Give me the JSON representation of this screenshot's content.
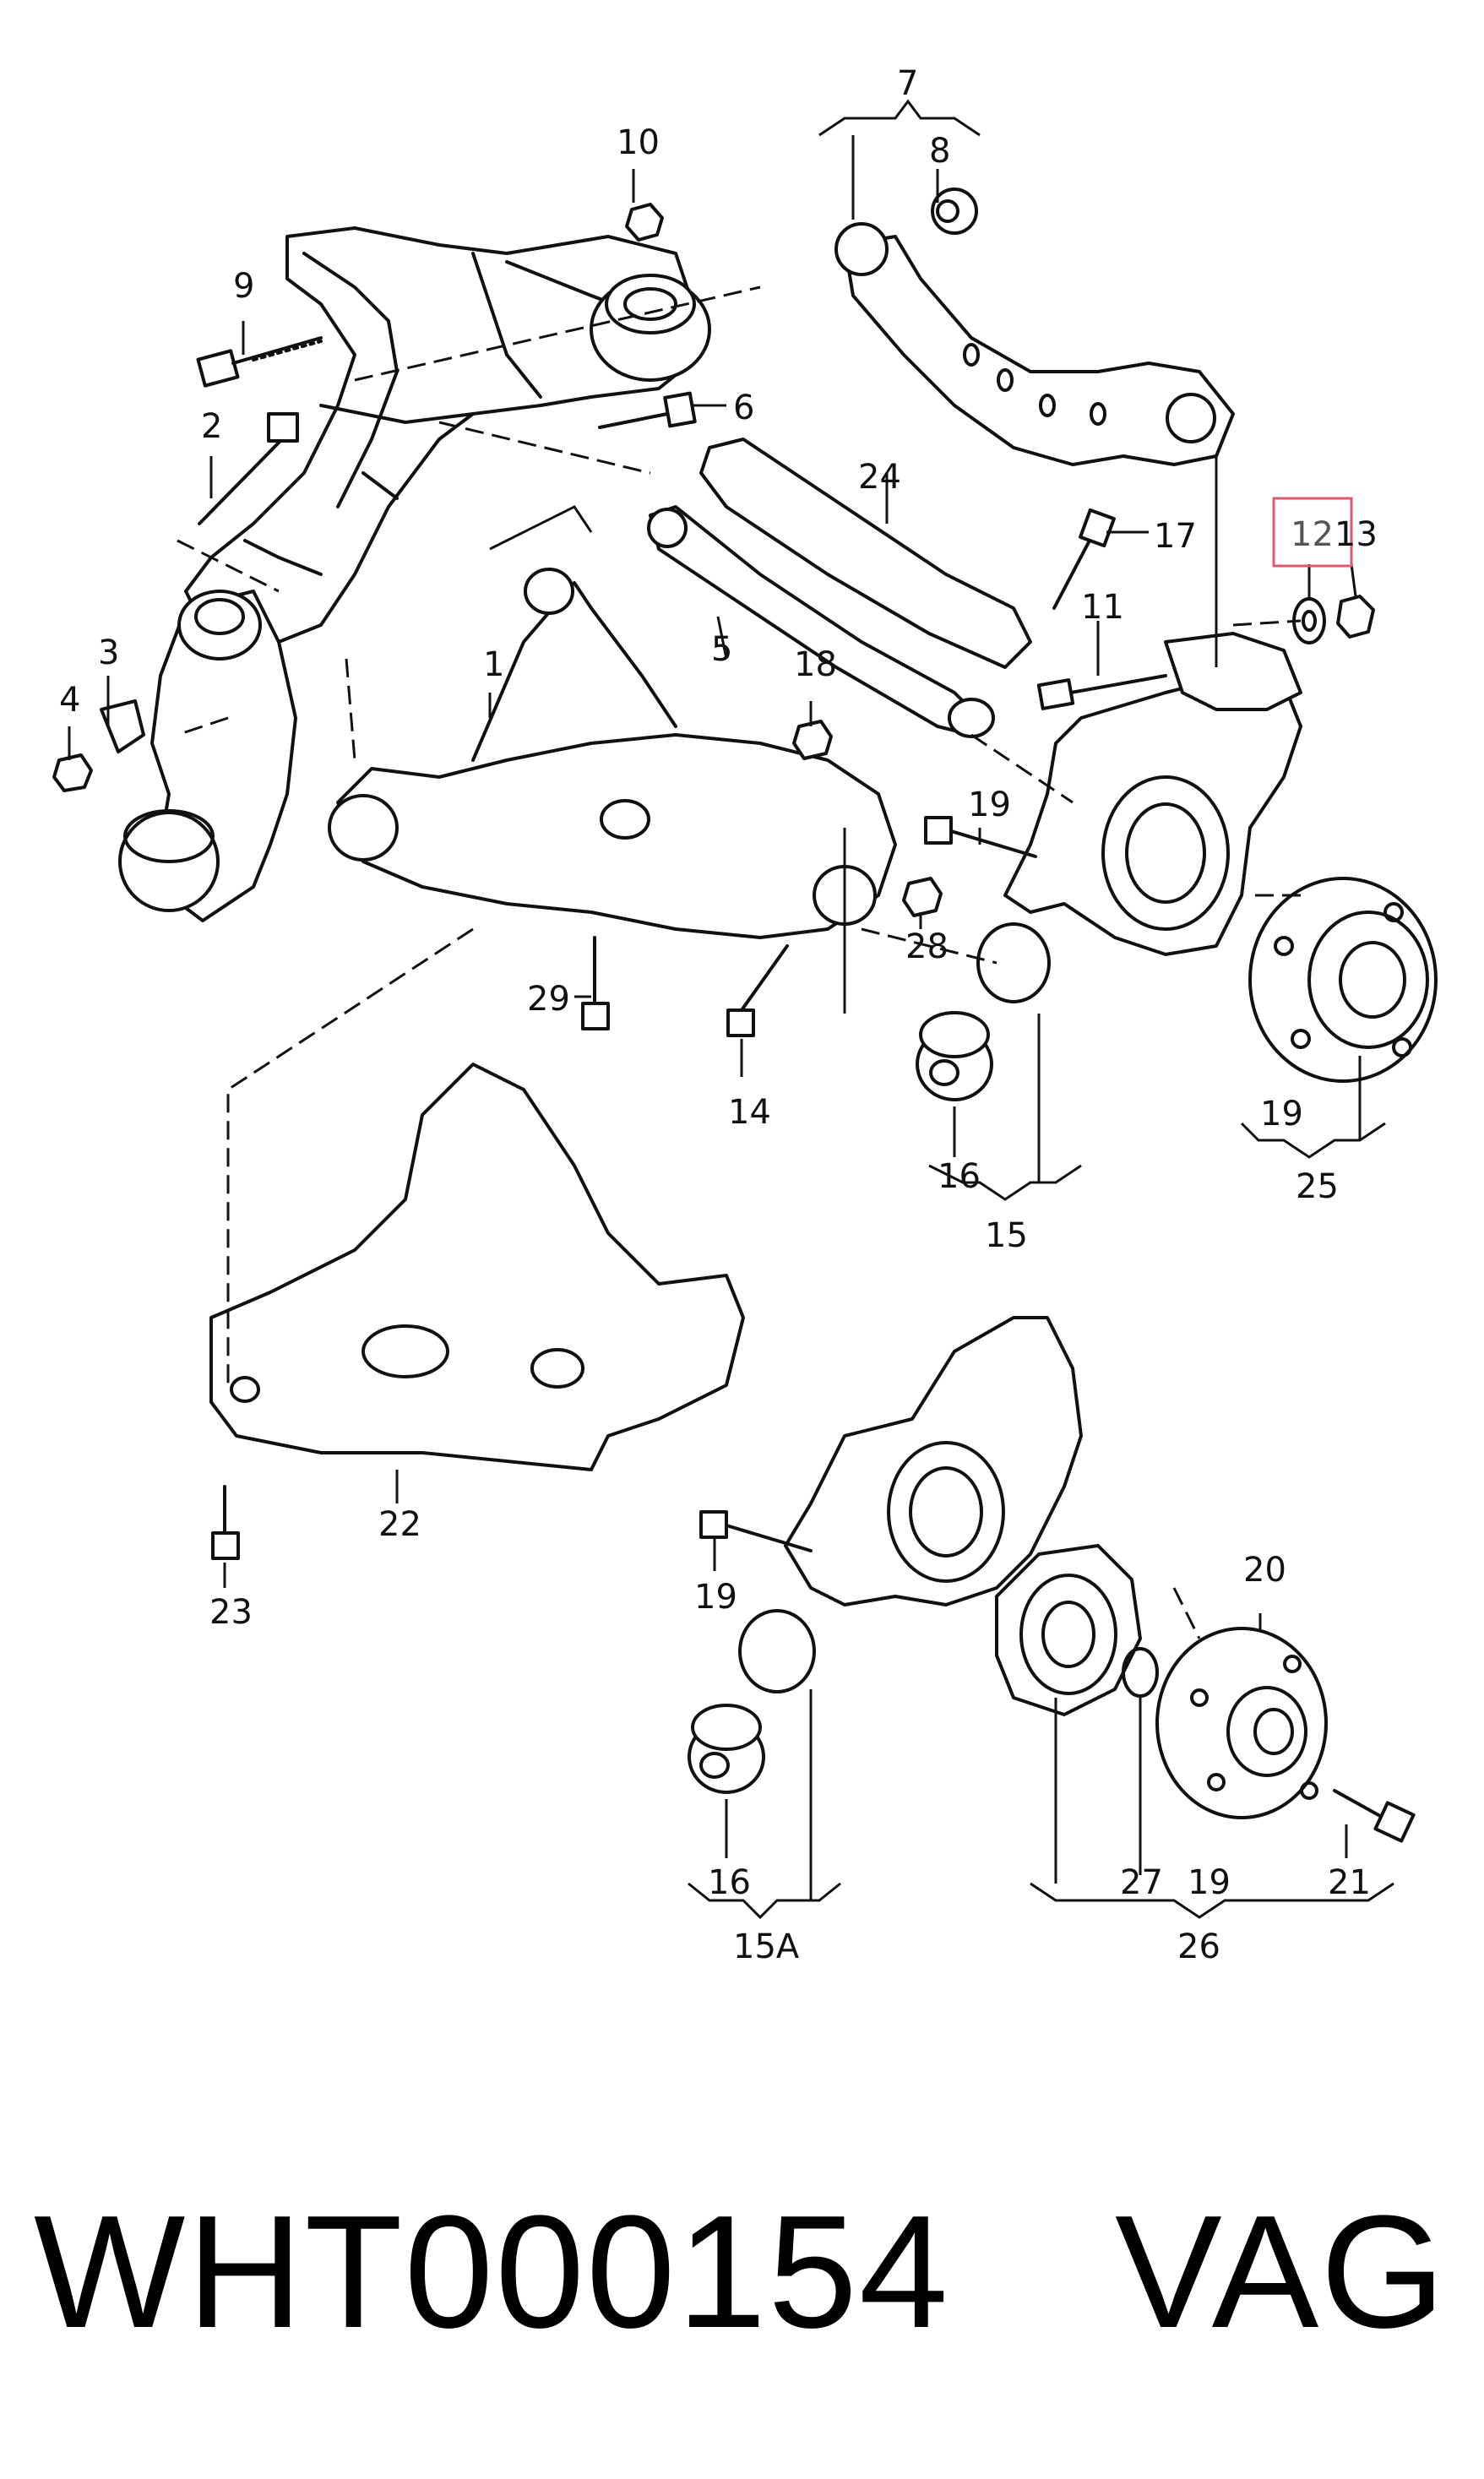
{
  "callouts": {
    "c1": "1",
    "c2": "2",
    "c3": "3",
    "c4": "4",
    "c5": "5",
    "c6": "6",
    "c7": "7",
    "c8": "8",
    "c9": "9",
    "c10": "10",
    "c11": "11",
    "c12": "12",
    "c13": "13",
    "c14": "14",
    "c15": "15",
    "c15a": "15A",
    "c16a": "16",
    "c16b": "16",
    "c17": "17",
    "c18": "18",
    "c19a": "19",
    "c19b": "19",
    "c19c": "19",
    "c19d": "19",
    "c20": "20",
    "c21": "21",
    "c22": "22",
    "c23": "23",
    "c24": "24",
    "c25": "25",
    "c26": "26",
    "c27": "27",
    "c28": "28",
    "c29": "29"
  },
  "highlight": {
    "callout": "12",
    "color": "#e05a6a"
  },
  "caption": {
    "part_number": "WHT000154",
    "brand": "VAG"
  }
}
